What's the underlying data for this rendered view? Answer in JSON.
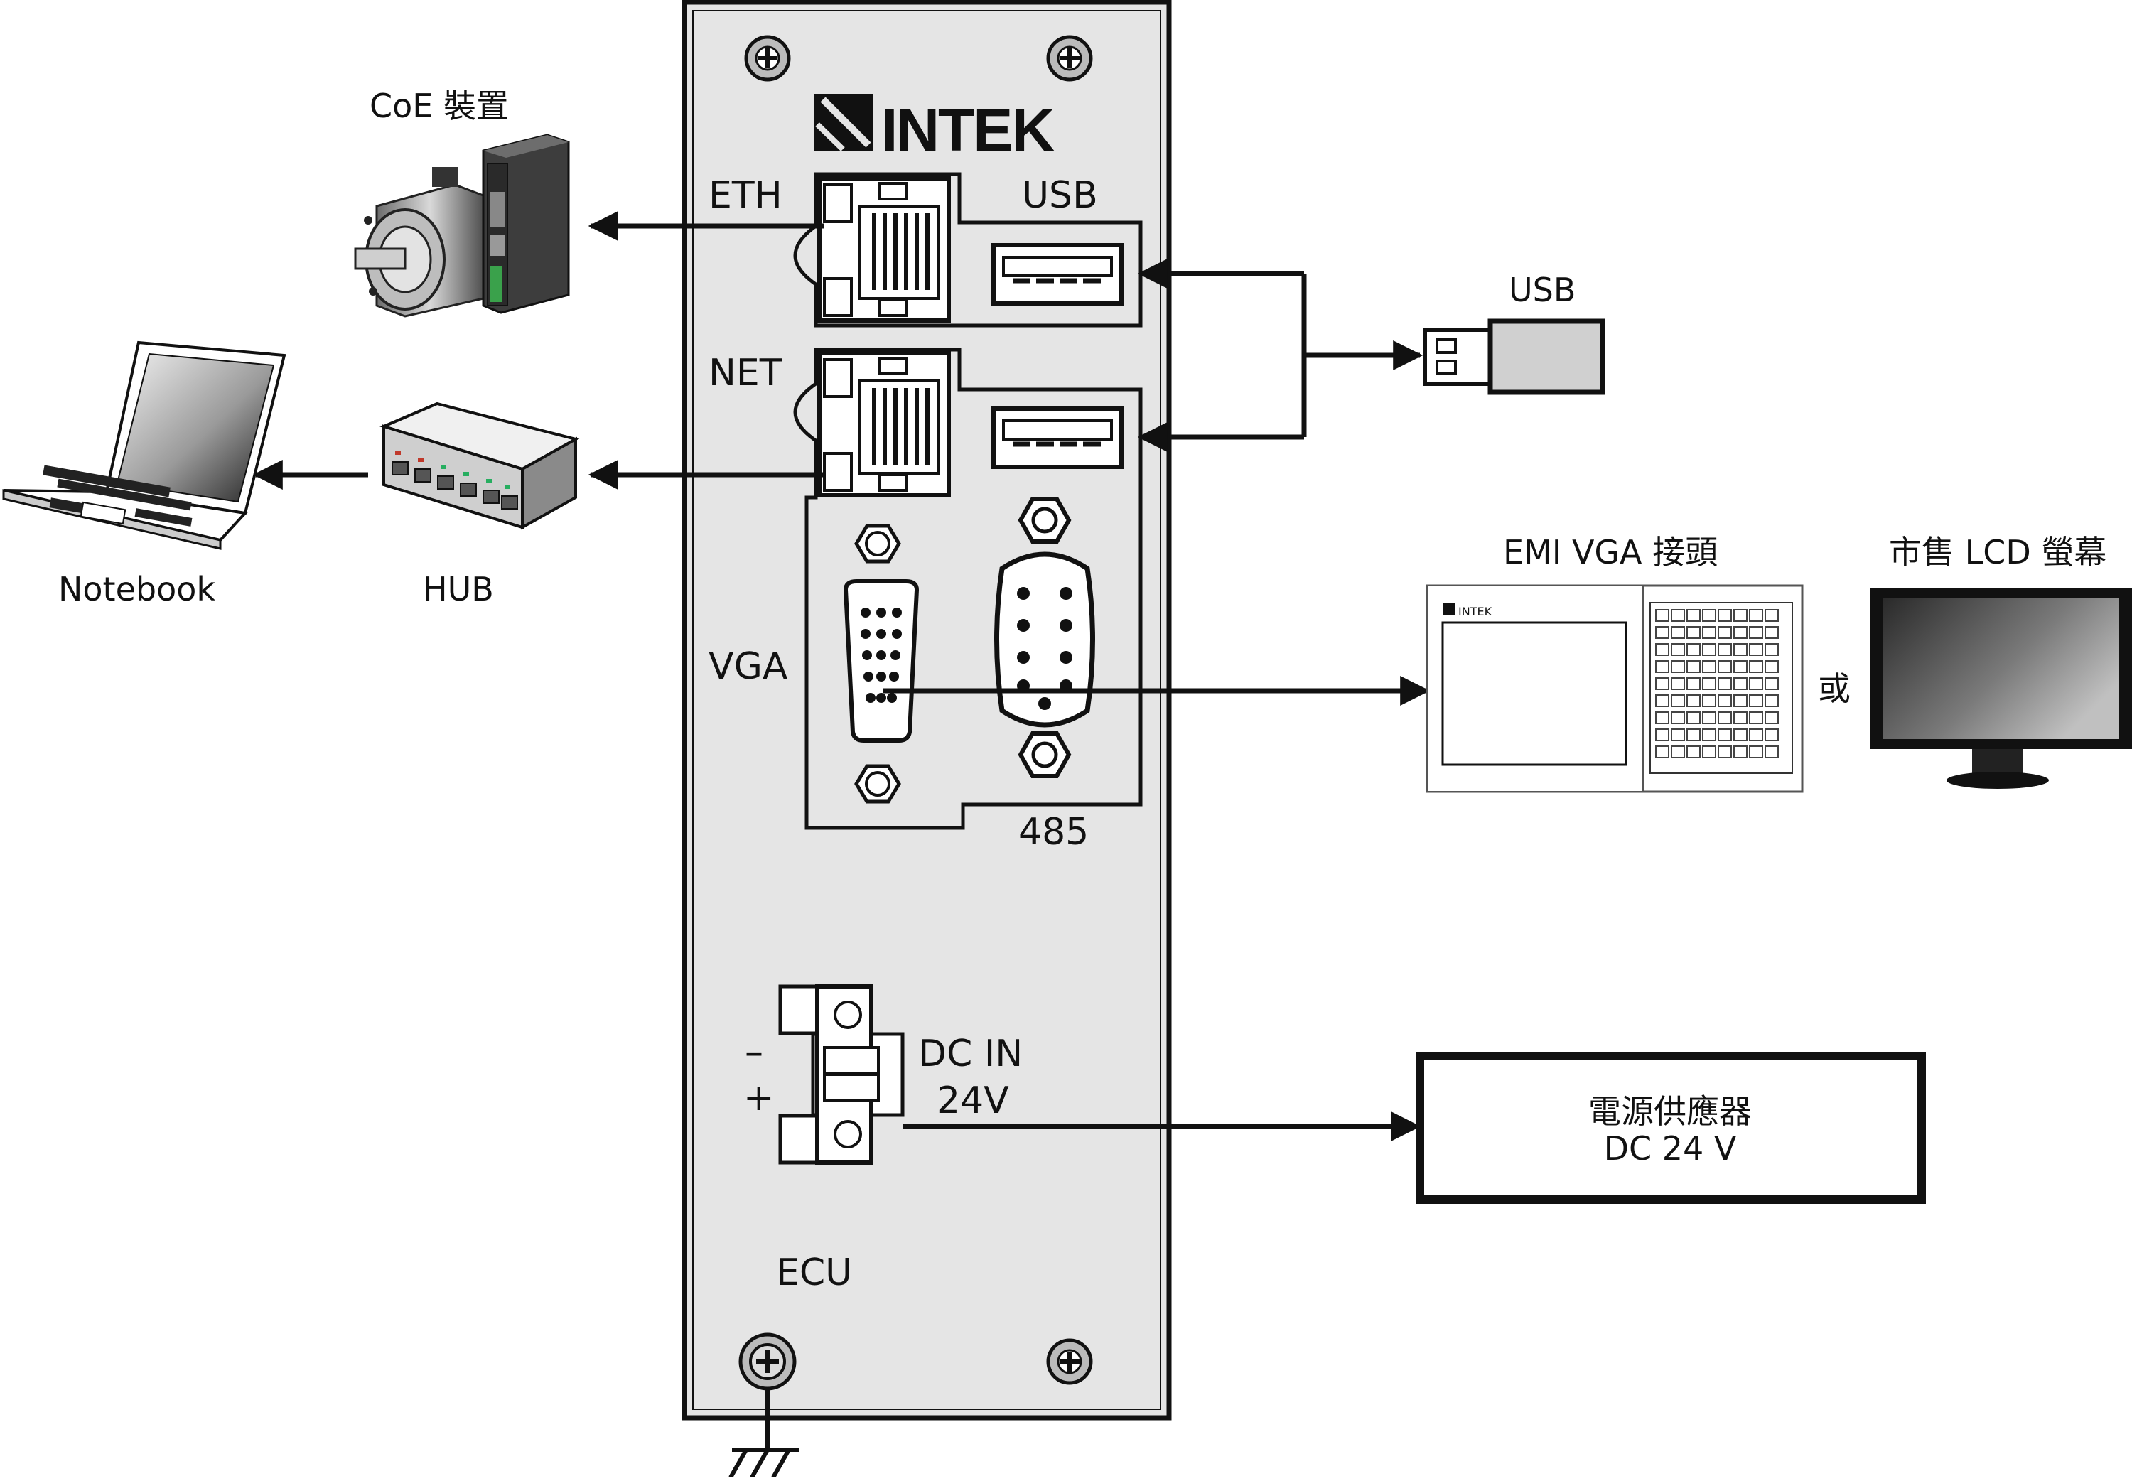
{
  "panel": {
    "brand": "INTEK",
    "module_label": "ECU",
    "ports": {
      "eth": "ETH",
      "usb": "USB",
      "net": "NET",
      "vga": "VGA",
      "rs485": "485",
      "dc_in_line1": "DC IN",
      "dc_in_line2": "24V",
      "minus": "–",
      "plus": "+"
    }
  },
  "devices": {
    "coe": "CoE 裝置",
    "notebook": "Notebook",
    "hub": "HUB",
    "usb_stick": "USB",
    "emi_vga": "EMI VGA 接頭",
    "emi_brand": "INTEK",
    "lcd": "市售 LCD 螢幕",
    "or": "或",
    "power_line1": "電源供應器",
    "power_line2": "DC 24 V"
  },
  "colors": {
    "panel_fill": "#e5e5e5",
    "line": "#111111",
    "device_gray": "#c8c8c8"
  }
}
